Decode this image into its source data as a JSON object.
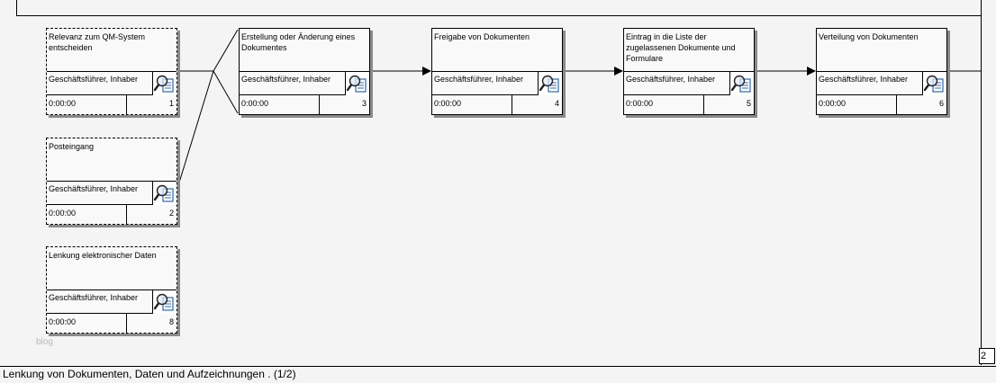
{
  "footer": {
    "title": "Lenkung von Dokumenten, Daten und Aufzeichnungen . (1/2)",
    "page_number": "2",
    "watermark": "blog"
  },
  "icon": "process-magnifier-document-icon",
  "colors": {
    "background": "#f4f4f4",
    "box": "#f9f9f9",
    "shadow": "#8a8a8a",
    "icon_blue": "#2c67b5"
  },
  "processes": [
    {
      "id": "1",
      "title": "Relevanz zum QM-System entscheiden",
      "role": "Geschäftsführer, Inhaber",
      "time": "0:00:00",
      "number": "1"
    },
    {
      "id": "2",
      "title": "Posteingang",
      "role": "Geschäftsführer, Inhaber",
      "time": "0:00:00",
      "number": "2"
    },
    {
      "id": "8",
      "title": "Lenkung elektronischer Daten",
      "role": "Geschäftsführer, Inhaber",
      "time": "0:00:00",
      "number": "8"
    },
    {
      "id": "3",
      "title": "Erstellung oder Änderung eines Dokumentes",
      "role": "Geschäftsführer, Inhaber",
      "time": "0:00:00",
      "number": "3"
    },
    {
      "id": "4",
      "title": "Freigabe von Dokumenten",
      "role": "Geschäftsführer, Inhaber",
      "time": "0:00:00",
      "number": "4"
    },
    {
      "id": "5",
      "title": "Eintrag in die Liste der zugelassenen Dokumente und Formulare",
      "role": "Geschäftsführer, Inhaber",
      "time": "0:00:00",
      "number": "5"
    },
    {
      "id": "6",
      "title": "Verteilung von Dokumenten",
      "role": "Geschäftsführer, Inhaber",
      "time": "0:00:00",
      "number": "6"
    }
  ]
}
